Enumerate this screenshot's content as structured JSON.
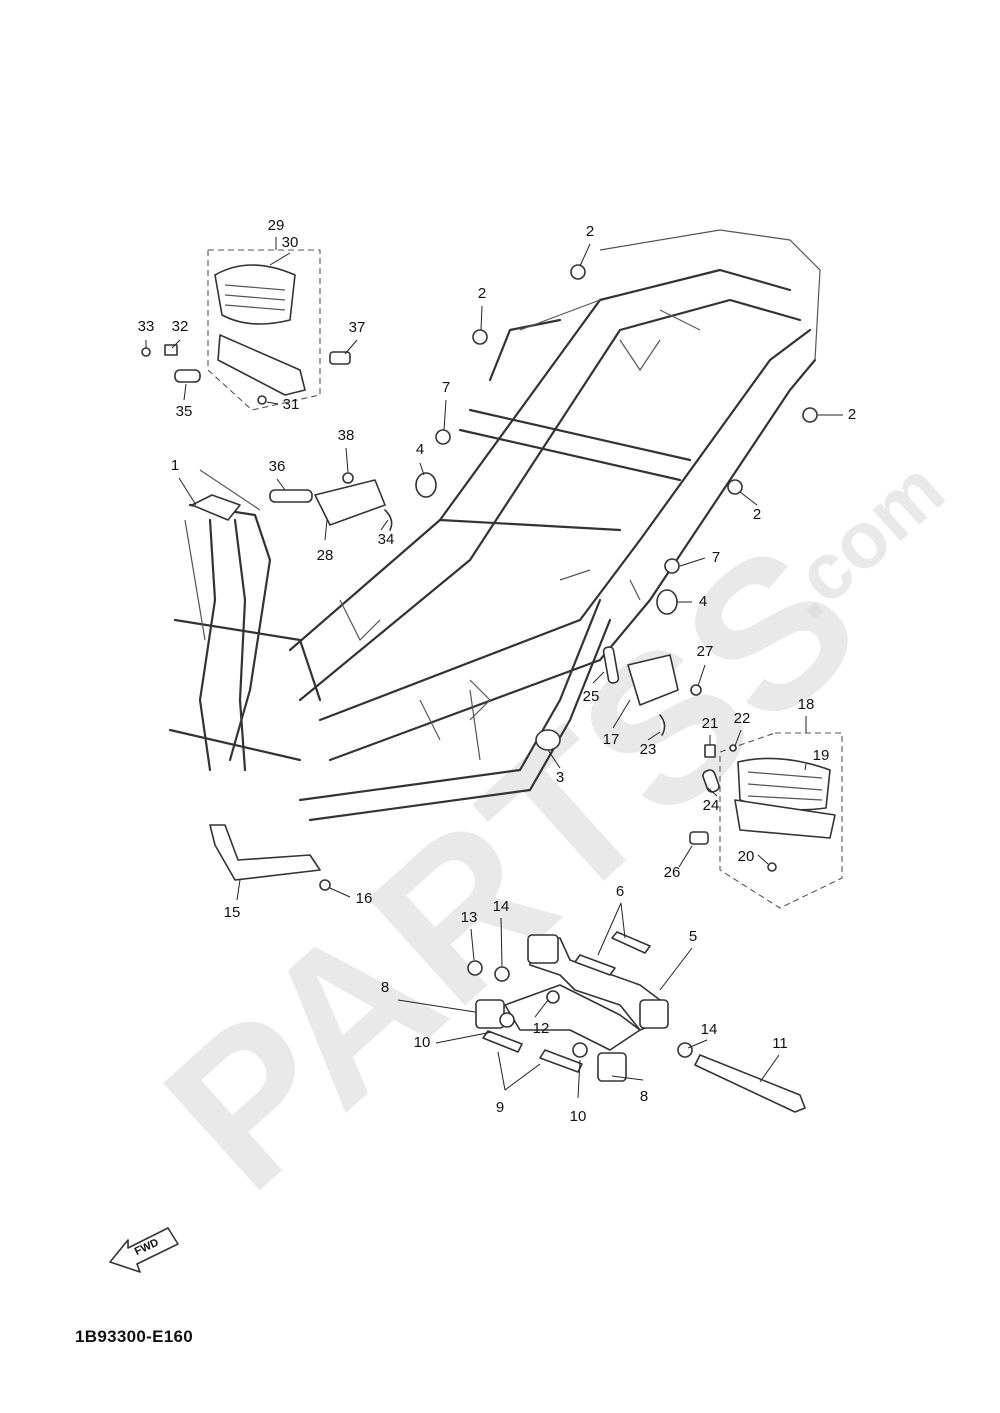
{
  "diagram_code": "1B93300-E160",
  "fwd_label": "FWD",
  "watermark": {
    "main": "PARTSS",
    "suffix": ".com"
  },
  "callouts": [
    {
      "id": "c29",
      "text": "29"
    },
    {
      "id": "c30",
      "text": "30"
    },
    {
      "id": "c33",
      "text": "33"
    },
    {
      "id": "c32",
      "text": "32"
    },
    {
      "id": "c35",
      "text": "35"
    },
    {
      "id": "c31",
      "text": "31"
    },
    {
      "id": "c37",
      "text": "37"
    },
    {
      "id": "c2a",
      "text": "2"
    },
    {
      "id": "c2b",
      "text": "2"
    },
    {
      "id": "c2c",
      "text": "2"
    },
    {
      "id": "c2d",
      "text": "2"
    },
    {
      "id": "c7a",
      "text": "7"
    },
    {
      "id": "c4a",
      "text": "4"
    },
    {
      "id": "c38",
      "text": "38"
    },
    {
      "id": "c36",
      "text": "36"
    },
    {
      "id": "c34",
      "text": "34"
    },
    {
      "id": "c28",
      "text": "28"
    },
    {
      "id": "c1",
      "text": "1"
    },
    {
      "id": "c7b",
      "text": "7"
    },
    {
      "id": "c4b",
      "text": "4"
    },
    {
      "id": "c27",
      "text": "27"
    },
    {
      "id": "c25",
      "text": "25"
    },
    {
      "id": "c17",
      "text": "17"
    },
    {
      "id": "c23",
      "text": "23"
    },
    {
      "id": "c3",
      "text": "3"
    },
    {
      "id": "c21",
      "text": "21"
    },
    {
      "id": "c22",
      "text": "22"
    },
    {
      "id": "c18",
      "text": "18"
    },
    {
      "id": "c19",
      "text": "19"
    },
    {
      "id": "c24",
      "text": "24"
    },
    {
      "id": "c20",
      "text": "20"
    },
    {
      "id": "c26",
      "text": "26"
    },
    {
      "id": "c15",
      "text": "15"
    },
    {
      "id": "c16",
      "text": "16"
    },
    {
      "id": "c13",
      "text": "13"
    },
    {
      "id": "c14a",
      "text": "14"
    },
    {
      "id": "c6",
      "text": "6"
    },
    {
      "id": "c5",
      "text": "5"
    },
    {
      "id": "c8a",
      "text": "8"
    },
    {
      "id": "c12",
      "text": "12"
    },
    {
      "id": "c10a",
      "text": "10"
    },
    {
      "id": "c9",
      "text": "9"
    },
    {
      "id": "c10b",
      "text": "10"
    },
    {
      "id": "c8b",
      "text": "8"
    },
    {
      "id": "c14b",
      "text": "14"
    },
    {
      "id": "c11",
      "text": "11"
    }
  ]
}
